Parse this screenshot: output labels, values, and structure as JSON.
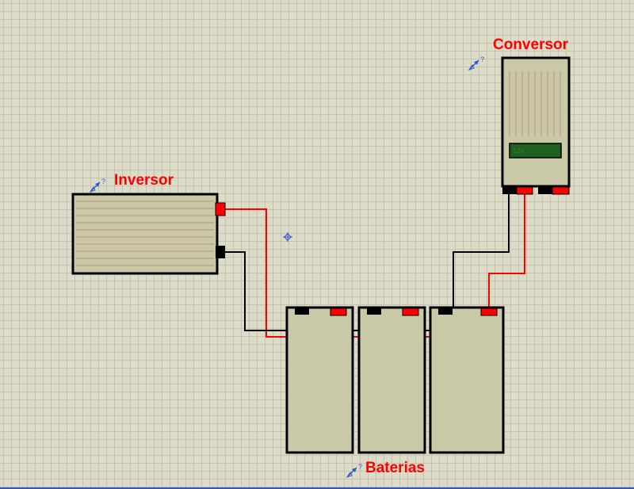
{
  "labels": {
    "inversor": "Inversor",
    "conversor": "Conversor",
    "baterias": "Baterias"
  },
  "conversor_display": "12v",
  "probe_marker": "?",
  "colors": {
    "canvas": "#dcdcc8",
    "grid": "#c3c3b0",
    "component_fill": "#c9c9a7",
    "component_stroke": "#000000",
    "label": "#ff0000",
    "positive_wire": "#ff0000",
    "negative_wire": "#000000",
    "positive_terminal": "#ff0000",
    "negative_terminal": "#000000",
    "lcd": "#1f5f1f",
    "probe": "#3355cc"
  },
  "icons": {
    "probe": "probe-arrow-icon",
    "origin": "origin-marker-icon"
  }
}
